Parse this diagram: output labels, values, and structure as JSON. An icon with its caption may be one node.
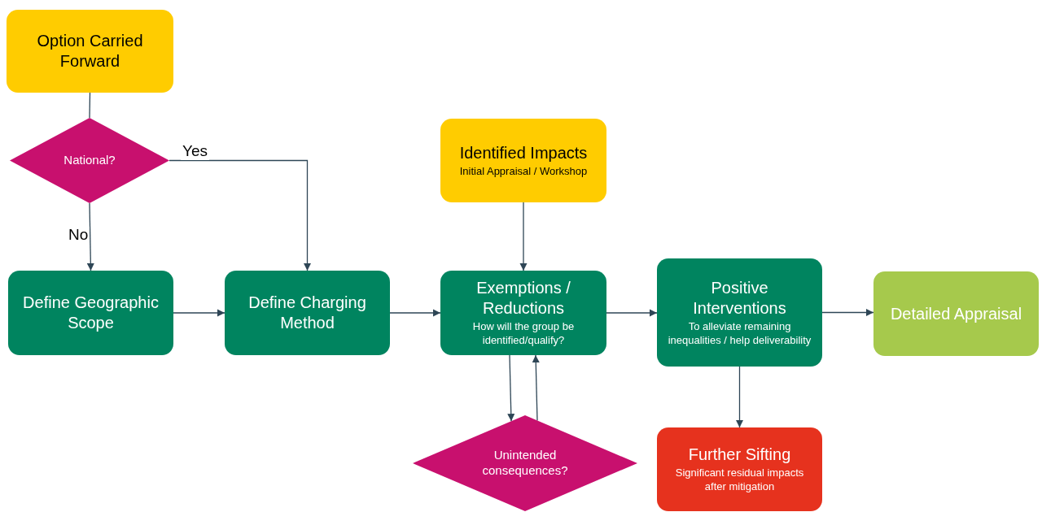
{
  "diagram": {
    "nodes": [
      {
        "text": [
          "Option Carried Forward"
        ]
      },
      {
        "text": [
          "National?"
        ]
      },
      {
        "text": [
          "Define Geographic Scope"
        ]
      },
      {
        "text": [
          "Define Charging Method"
        ]
      },
      {
        "text": [
          "Identified Impacts",
          "Initial Appraisal / Workshop"
        ]
      },
      {
        "text": [
          "Exemptions / Reductions",
          "How will the group be identified/qualify?"
        ]
      },
      {
        "text": [
          "Unintended consequences?"
        ]
      },
      {
        "text": [
          "Positive Interventions",
          "To alleviate remaining inequalities / help deliverability"
        ]
      },
      {
        "text": [
          "Detailed Appraisal"
        ]
      },
      {
        "text": [
          "Further Sifting",
          "Significant residual impacts after mitigation"
        ]
      }
    ],
    "edges": [
      {
        "from": 0,
        "to": 1,
        "arrow": "none"
      },
      {
        "from": 1,
        "to": 2,
        "arrow": "to",
        "label": "No"
      },
      {
        "from": 1,
        "to": 3,
        "arrow": "to",
        "label": "Yes"
      },
      {
        "from": 2,
        "to": 3,
        "arrow": "to"
      },
      {
        "from": 3,
        "to": 5,
        "arrow": "to"
      },
      {
        "from": 4,
        "to": 5,
        "arrow": "to"
      },
      {
        "from": 5,
        "to": 6,
        "arrow": "to"
      },
      {
        "from": 6,
        "to": 5,
        "arrow": "to"
      },
      {
        "from": 5,
        "to": 7,
        "arrow": "to"
      },
      {
        "from": 7,
        "to": 8,
        "arrow": "to"
      },
      {
        "from": 7,
        "to": 9,
        "arrow": "to"
      }
    ]
  }
}
